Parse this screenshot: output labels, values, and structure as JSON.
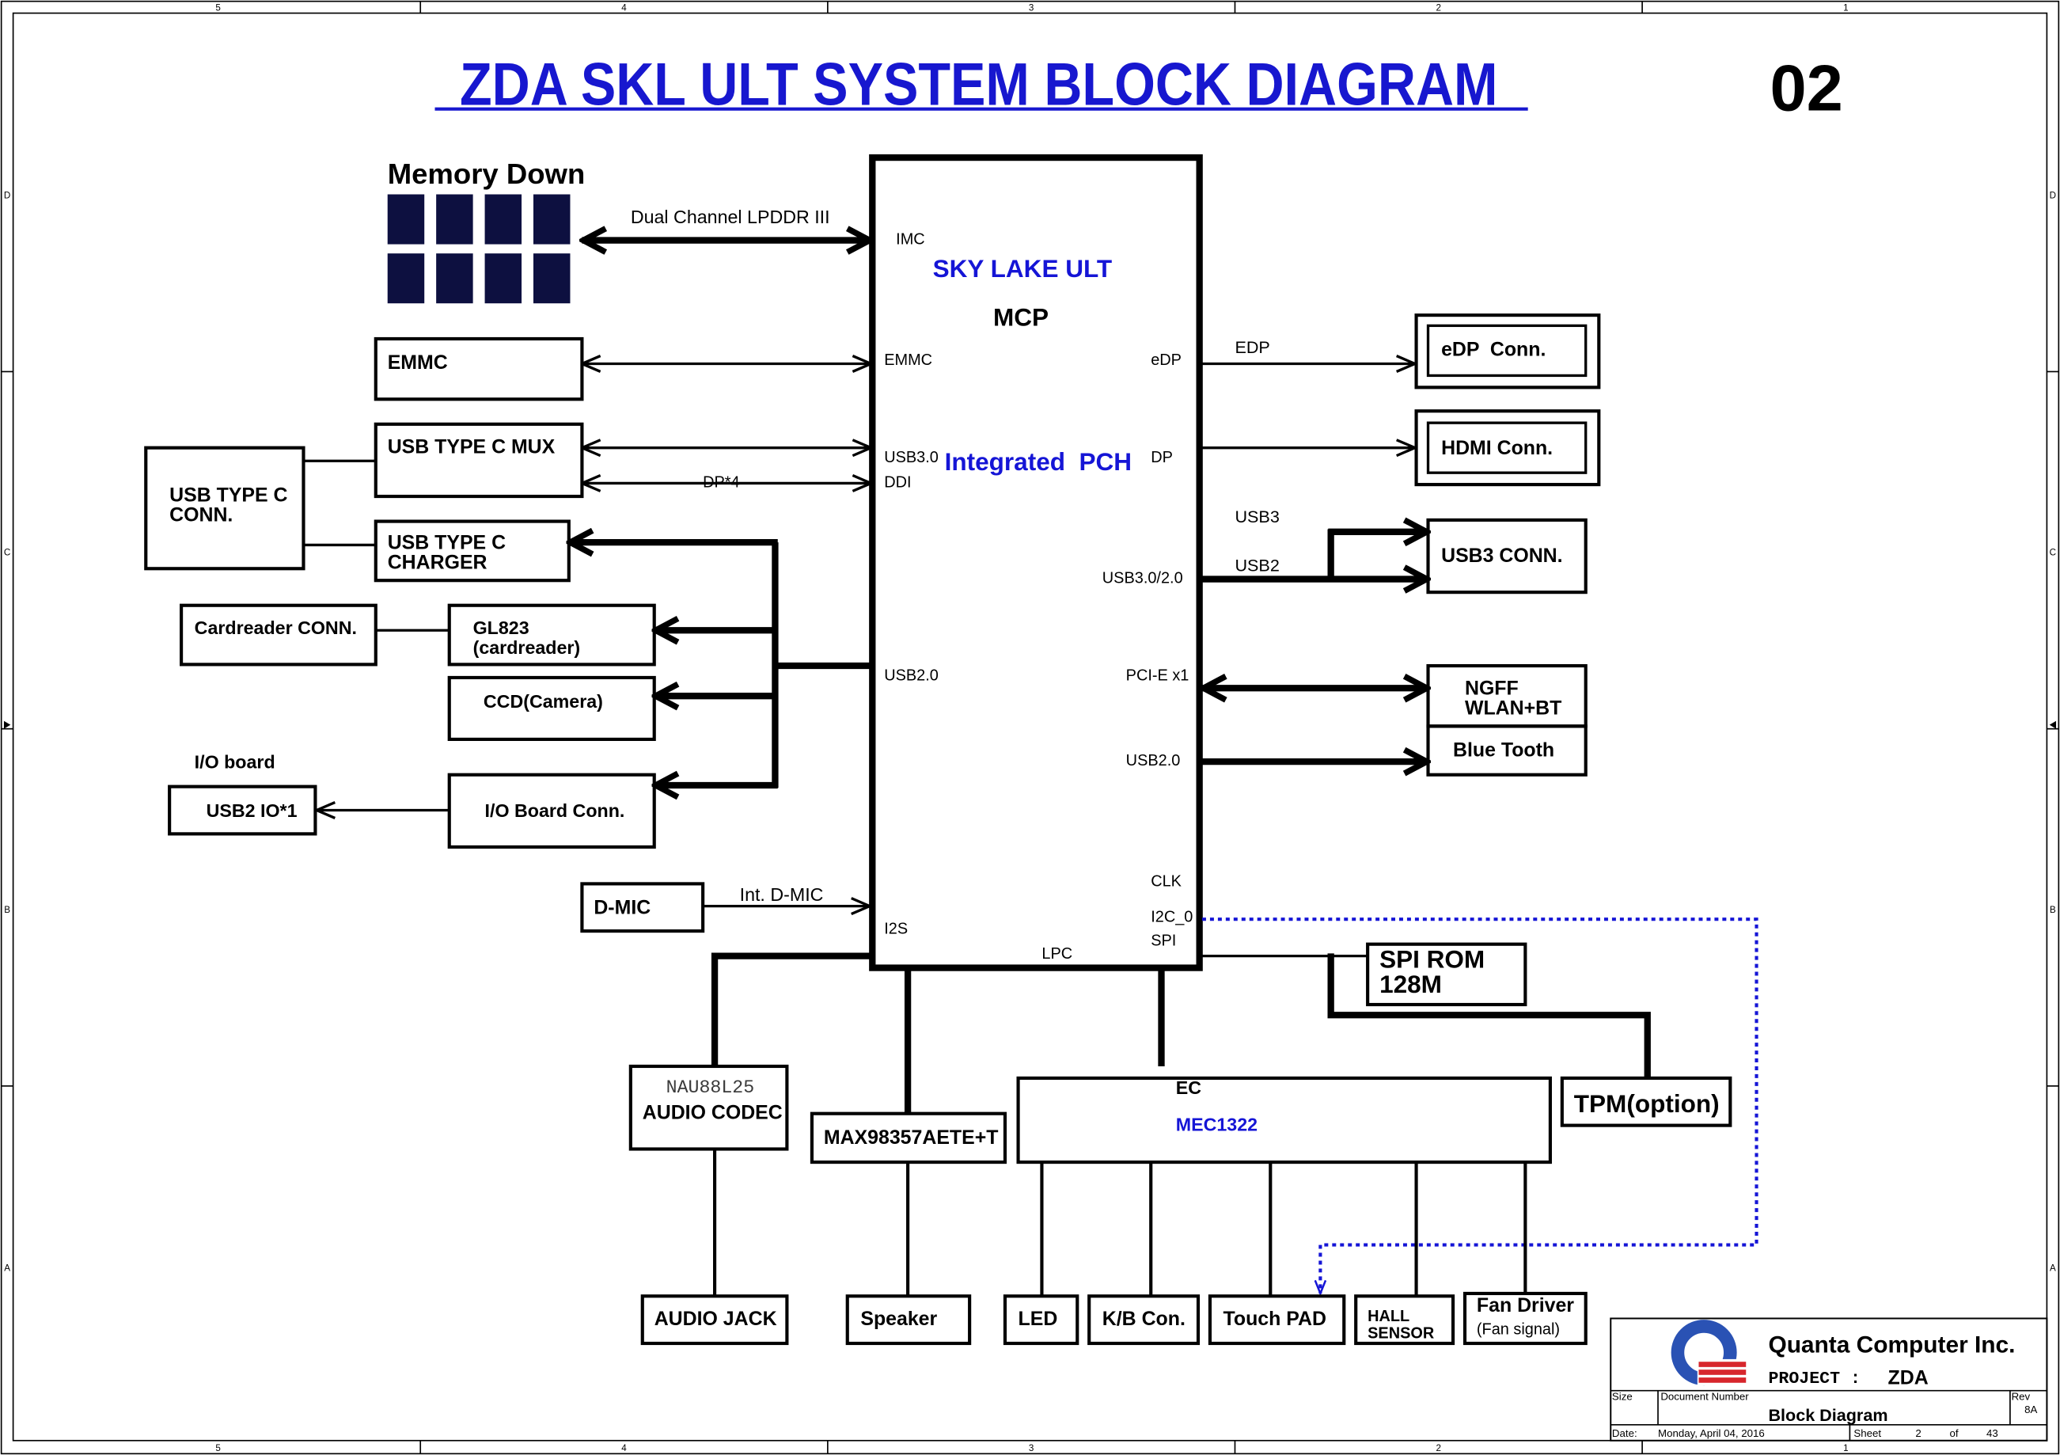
{
  "title": "ZDA SKL ULT SYSTEM BLOCK DIAGRAM",
  "page_number": "02",
  "frame": {
    "columns": [
      "5",
      "4",
      "3",
      "2",
      "1"
    ],
    "rows": [
      "D",
      "C",
      "B",
      "A"
    ]
  },
  "colors": {
    "title_blue": "#1717cf",
    "chip_navy": "#0d1040",
    "signal_blue": "#1515d6",
    "logo_blue": "#2a52b4",
    "logo_red": "#d7262c",
    "codec_gray": "#3a3a3a"
  },
  "memory": {
    "label": "Memory Down",
    "bus": "Dual Channel LPDDR III"
  },
  "cpu": {
    "name": "SKY LAKE ULT",
    "package": "MCP",
    "pch": "Integrated  PCH",
    "pins": {
      "imc": "IMC",
      "emmc": "EMMC",
      "usb30": "USB3.0",
      "ddi": "DDI",
      "usb20_left": "USB2.0",
      "i2s": "I2S",
      "lpc": "LPC",
      "edp": "eDP",
      "dp": "DP",
      "usb30_20": "USB3.0/2.0",
      "pcie": "PCI-E x1",
      "usb20_right": "USB2.0",
      "clk": "CLK",
      "i2c": "I2C_0",
      "spi": "SPI"
    }
  },
  "signals": {
    "dp4": "DP*4",
    "edp": "EDP",
    "usb3": "USB3",
    "usb2": "USB2",
    "int_dmic": "Int. D-MIC"
  },
  "blocks": {
    "emmc": "EMMC",
    "usb_type_c_mux": "USB TYPE C MUX",
    "usb_type_c_conn": [
      "USB TYPE C",
      "CONN."
    ],
    "usb_type_c_charger": [
      "USB TYPE C",
      "CHARGER"
    ],
    "cardreader_conn": "Cardreader CONN.",
    "gl823": [
      "GL823",
      "(cardreader)"
    ],
    "ccd": "CCD(Camera)",
    "io_board_label": "I/O board",
    "usb2_io": "USB2 IO*1",
    "io_board_conn": "I/O Board Conn.",
    "dmic": "D-MIC",
    "edp_conn": "eDP  Conn.",
    "hdmi_conn": "HDMI Conn.",
    "usb3_conn": "USB3 CONN.",
    "ngff": [
      "NGFF",
      "WLAN+BT"
    ],
    "bluetooth": "Blue Tooth",
    "spi_rom": [
      "SPI ROM",
      "128M"
    ],
    "tpm": "TPM(option)",
    "audio_codec": [
      "NAU88L25",
      "AUDIO CODEC"
    ],
    "amp": "MAX98357AETE+T",
    "ec": [
      "EC",
      "MEC1322"
    ],
    "audio_jack": "AUDIO JACK",
    "speaker": "Speaker",
    "led": "LED",
    "kb": "K/B Con.",
    "touchpad": "Touch PAD",
    "hall": [
      "HALL",
      "SENSOR"
    ],
    "fan": [
      "Fan Driver",
      "(Fan signal)"
    ]
  },
  "title_block": {
    "company": "Quanta Computer Inc.",
    "project_label": "PROJECT :",
    "project": "ZDA",
    "size_label": "Size",
    "doc_number_label": "Document Number",
    "doc_title": "Block Diagram",
    "rev_label": "Rev",
    "rev": "8A",
    "date_label": "Date:",
    "date": "Monday, April 04, 2016",
    "sheet_label": "Sheet",
    "sheet": "2",
    "of_label": "of",
    "sheet_total": "43"
  }
}
